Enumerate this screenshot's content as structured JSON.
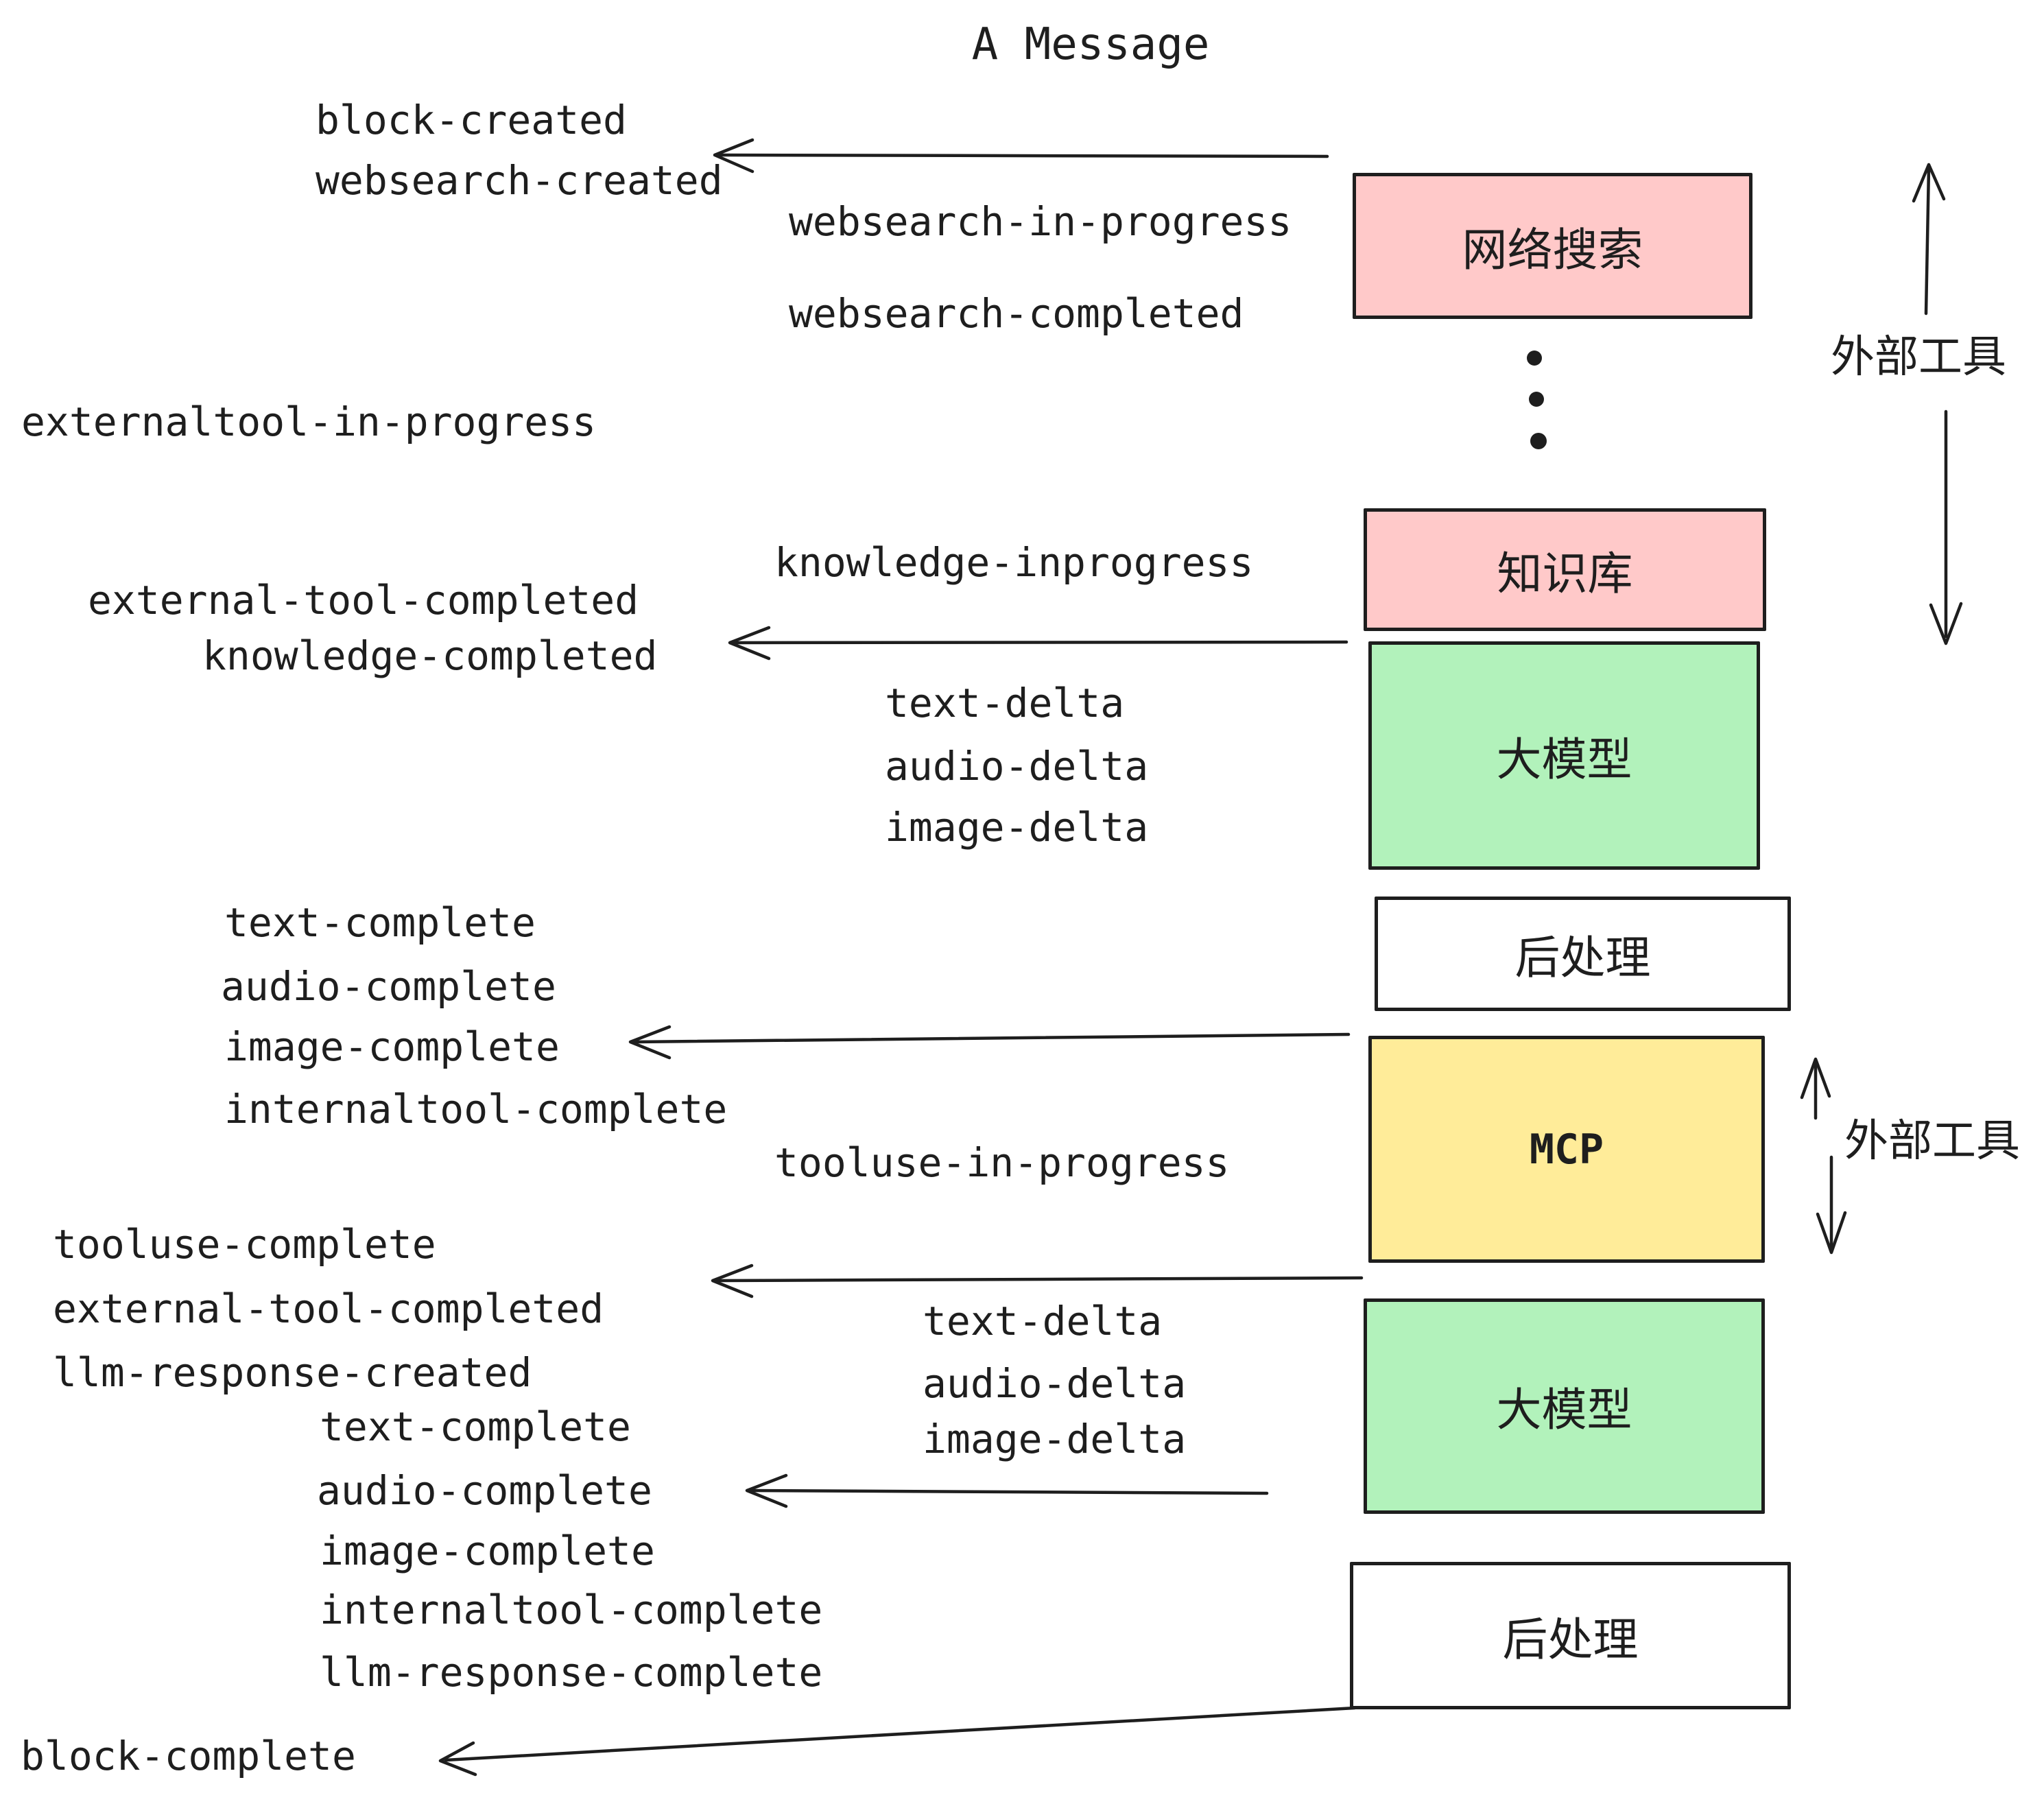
{
  "title": "A Message",
  "boxes": {
    "websearch": "网络搜索",
    "knowledge": "知识库",
    "llm1": "大模型",
    "post1": "后处理",
    "mcp": "MCP",
    "llm2": "大模型",
    "post2": "后处理"
  },
  "side_labels": {
    "external_tools_top": "外部工具",
    "external_tools_bottom": "外部工具"
  },
  "events": {
    "block_created": "block-created",
    "websearch_created": "websearch-created",
    "websearch_in_progress": "websearch-in-progress",
    "websearch_completed": "websearch-completed",
    "externaltool_in_progress": "externaltool-in-progress",
    "external_tool_completed_1": "external-tool-completed",
    "knowledge_inprogress": "knowledge-inprogress",
    "knowledge_completed": "knowledge-completed",
    "text_delta_1": "text-delta",
    "audio_delta_1": "audio-delta",
    "image_delta_1": "image-delta",
    "text_complete_1": "text-complete",
    "audio_complete_1": "audio-complete",
    "image_complete_1": "image-complete",
    "internaltool_complete_1": "internaltool-complete",
    "tooluse_in_progress": "tooluse-in-progress",
    "tooluse_complete": "tooluse-complete",
    "external_tool_completed_2": "external-tool-completed",
    "llm_response_created": "llm-response-created",
    "text_delta_2": "text-delta",
    "audio_delta_2": "audio-delta",
    "image_delta_2": "image-delta",
    "text_complete_2": "text-complete",
    "audio_complete_2": "audio-complete",
    "image_complete_2": "image-complete",
    "internaltool_complete_2": "internaltool-complete",
    "llm_response_complete": "llm-response-complete",
    "block_complete": "block-complete"
  },
  "colors": {
    "pink": "#ffc9c9",
    "green": "#b2f2bb",
    "yellow": "#ffec99",
    "white": "#ffffff",
    "stroke": "#1e1e1e"
  }
}
